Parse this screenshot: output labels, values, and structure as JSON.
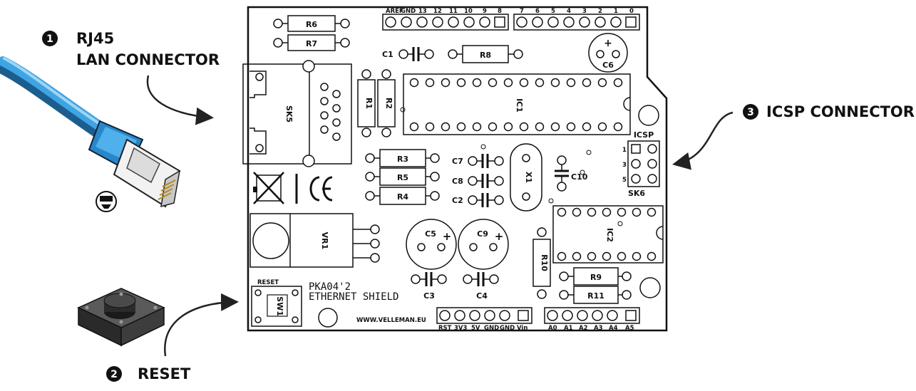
{
  "callouts": [
    {
      "number": "1",
      "lines": [
        "RJ45",
        "LAN CONNECTOR"
      ]
    },
    {
      "number": "2",
      "lines": [
        "RESET"
      ]
    },
    {
      "number": "3",
      "lines": [
        "ICSP CONNECTOR"
      ]
    }
  ],
  "board": {
    "model": "PKA04'2",
    "name": "ETHERNET SHIELD",
    "website": "WWW.VELLEMAN.EU",
    "reset_label": "RESET",
    "icsp_label": "ICSP",
    "header_top_left_labels": [
      "AREF",
      "GND",
      "13",
      "12",
      "11",
      "10",
      "9",
      "8"
    ],
    "header_top_right_labels": [
      "7",
      "6",
      "5",
      "4",
      "3",
      "2",
      "1",
      "0"
    ],
    "header_power_labels": [
      "RST",
      "3V3",
      "5V",
      "GND",
      "GND",
      "Vin"
    ],
    "header_analog_labels": [
      "A0",
      "A1",
      "A2",
      "A3",
      "A4",
      "A5"
    ],
    "icsp_pin_numbers": [
      "1",
      "3",
      "5"
    ],
    "components": {
      "R6": "R6",
      "R7": "R7",
      "R8": "R8",
      "R1": "R1",
      "R2": "R2",
      "R3": "R3",
      "R5": "R5",
      "R4": "R4",
      "R9": "R9",
      "R10": "R10",
      "R11": "R11",
      "C1": "C1",
      "C2": "C2",
      "C3": "C3",
      "C4": "C4",
      "C5": "C5",
      "C6": "C6",
      "C7": "C7",
      "C8": "C8",
      "C9": "C9",
      "C10": "C10",
      "IC1": "IC1",
      "IC2": "IC2",
      "X1": "X1",
      "SK5": "SK5",
      "SK6": "SK6",
      "VR1": "VR1",
      "SW1": "SW1"
    }
  }
}
